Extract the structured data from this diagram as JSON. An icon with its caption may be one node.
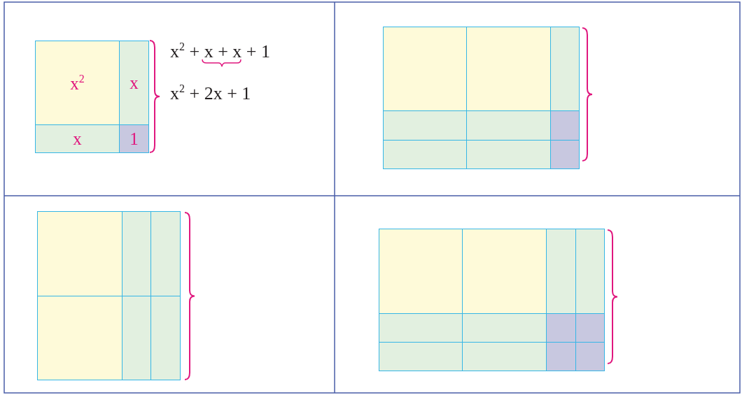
{
  "diagram": {
    "nodes": [
      {
        "text": [
          "x$^{2}$"
        ]
      },
      {
        "text": [
          "x"
        ]
      },
      {
        "text": [
          "x"
        ]
      },
      {
        "text": [
          "1"
        ]
      },
      {
        "text": [],
        "shape": "box"
      },
      {
        "text": [],
        "shape": "box"
      },
      {
        "text": [],
        "shape": "box"
      },
      {
        "text": [],
        "shape": "box"
      },
      {
        "text": [],
        "shape": "box"
      },
      {
        "text": [],
        "shape": "box"
      },
      {
        "text": [],
        "shape": "box"
      },
      {
        "text": [],
        "shape": "box"
      },
      {
        "text": [],
        "shape": "box"
      },
      {
        "text": [],
        "shape": "box"
      },
      {
        "text": [],
        "shape": "box"
      },
      {
        "text": [],
        "shape": "box"
      },
      {
        "text": [],
        "shape": "box"
      },
      {
        "text": [],
        "shape": "box"
      },
      {
        "text": [],
        "shape": "box"
      },
      {
        "text": [],
        "shape": "box"
      },
      {
        "text": [],
        "shape": "box"
      },
      {
        "text": [],
        "shape": "box"
      },
      {
        "text": [],
        "shape": "box"
      },
      {
        "text": [],
        "shape": "box"
      },
      {
        "text": [],
        "shape": "box"
      },
      {
        "text": [],
        "shape": "box"
      },
      {
        "text": [],
        "shape": "box"
      },
      {
        "text": [],
        "shape": "box"
      },
      {
        "text": [],
        "shape": "box"
      },
      {
        "text": [],
        "shape": "box"
      },
      {
        "text": [],
        "shape": "box"
      }
    ],
    "labels": [
      "x$^{2}$ + x + x + 1",
      "x$^{2}$ + 2x + 1"
    ]
  }
}
